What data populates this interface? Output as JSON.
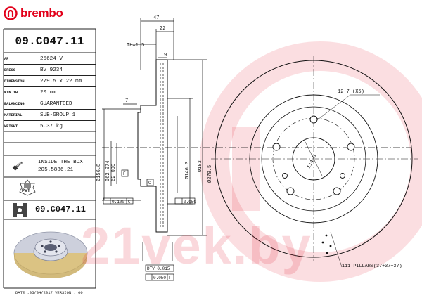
{
  "brand": {
    "name": "brembo",
    "color": "#e2001a"
  },
  "part_number": "09.C047.11",
  "specs": [
    {
      "label": "AP",
      "value": "25624 V"
    },
    {
      "label": "BRECO",
      "value": "BV 9234"
    },
    {
      "label": "DIMENSION",
      "value": "279.5 x 22 mm"
    },
    {
      "label": "MIN TH",
      "value": "20 mm"
    },
    {
      "label": "BALANCING",
      "value": "GUARANTEED"
    },
    {
      "label": "MATERIAL",
      "value": "SUB-GROUP 1"
    },
    {
      "label": "WEIGHT",
      "value": "5.37 kg"
    }
  ],
  "inside_box": {
    "label": "INSIDE THE BOX",
    "value": "205.5886.21"
  },
  "pvt_label": "PVT",
  "part_number_bottom": "09.C047.11",
  "footer": "DATE :05/04/2017 VERSION : 00",
  "dimensions": {
    "width_total": "47",
    "width_disc": "22",
    "min_th": "TH=1.5",
    "hat_step": "9",
    "flange": "7",
    "d1": "156.8",
    "d2": "62.074",
    "d3": "62.000",
    "d4": "146.3",
    "d5": "183",
    "d6": "279.5",
    "bolt_hole": "12.7 (X5)",
    "pcd": "114.3",
    "runout1": "0.100",
    "runout1_ref": "C",
    "runout2": "0.050",
    "datum_f": "F",
    "datum_c": "C",
    "dtv": "DTV 0.015",
    "flat": "0.050",
    "flat_ref": "F"
  },
  "pillars_label": "111 PILLARS(37+37+37)",
  "watermark": "21vek.by",
  "icons": {
    "logo": "brembo-logo-icon",
    "bolt": "bolt-icon",
    "pvt": "pvt-badge-icon",
    "disc_small": "disc-icon",
    "disc_3d": "brake-disc-3d-icon"
  }
}
